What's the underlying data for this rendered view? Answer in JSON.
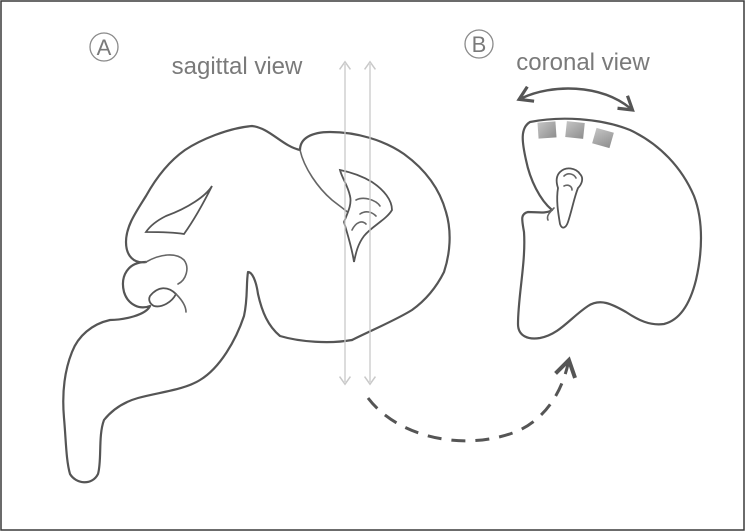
{
  "panel_a": {
    "letter": "A",
    "title": "sagittal view"
  },
  "panel_b": {
    "letter": "B",
    "title": "coronal view"
  },
  "colors": {
    "frame": "#3a3a3a",
    "outline": "#555555",
    "text": "#7a7a7a",
    "guide_lines": "#c9c9c9",
    "dashed_arrow": "#555555",
    "sample_squares": "#9a9a9a"
  },
  "icons": {
    "rotation_arrow": "curved-double-arrow-icon",
    "section_arrow": "dashed-curved-arrow-icon",
    "section_lines": "double-headed-arrow-icon"
  }
}
